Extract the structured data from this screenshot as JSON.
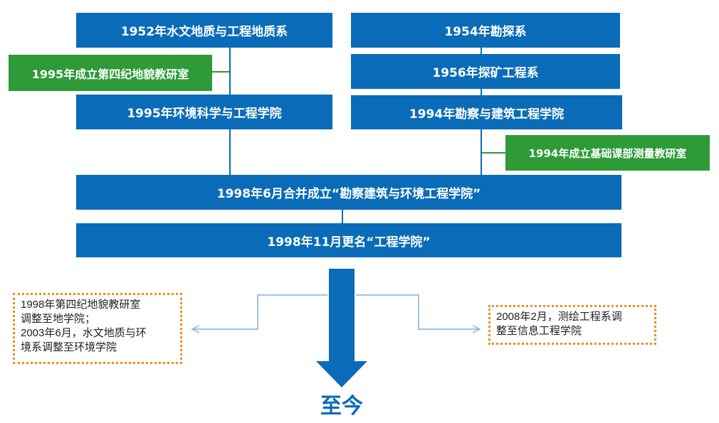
{
  "left_column": {
    "box_1952": "1952年水文地质与工程地质系",
    "box_1995_lab": "1995年成立第四纪地貌教研室",
    "box_1995_college": "1995年环境科学与工程学院"
  },
  "right_column": {
    "box_1954": "1954年勘探系",
    "box_1956": "1956年探矿工程系",
    "box_1994_college": "1994年勘察与建筑工程学院",
    "box_1994_lab": "1994年成立基础课部测量教研室"
  },
  "merge": {
    "box_1998_merge": "1998年6月合并成立“勘察建筑与环境工程学院”",
    "box_1998_rename": "1998年11月更名“工程学院”"
  },
  "notes": {
    "left_note": "1998年第四纪地貌教研室\n调整至地学院；\n2003年6月，水文地质与环\n境系调整至环境学院",
    "right_note": "2008年2月，测绘工程系调\n整至信息工程学院"
  },
  "final_label": "至今",
  "colors": {
    "blue": "#0a6cb8",
    "green": "#2e9a38",
    "orange_dotted": "#f08a24",
    "connector": "#7fb0dc"
  }
}
